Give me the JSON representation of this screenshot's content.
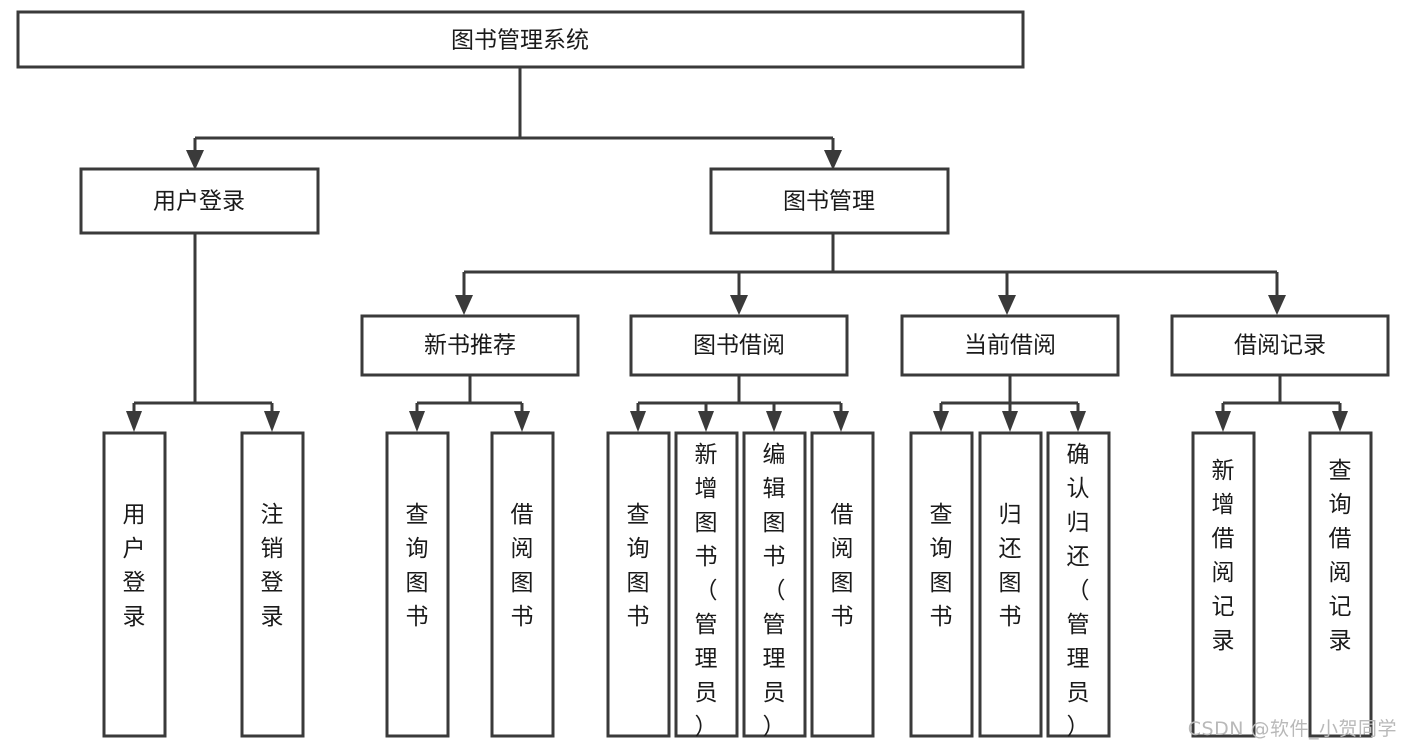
{
  "diagram": {
    "title": "图书管理系统",
    "type": "tree-hierarchy",
    "watermark": "CSDN @软件_小贺同学",
    "colors": {
      "stroke": "#3a3a3a",
      "fill": "#ffffff",
      "text": "#1a1a1a",
      "watermark": "#b9b9b9",
      "background": "#ffffff"
    },
    "nodes": {
      "root": {
        "label": "图书管理系统",
        "orientation": "horizontal"
      },
      "level2": [
        {
          "id": "user-login",
          "label": "用户登录",
          "orientation": "horizontal"
        },
        {
          "id": "book-manage",
          "label": "图书管理",
          "orientation": "horizontal"
        }
      ],
      "level3": [
        {
          "id": "new-book-recommend",
          "label": "新书推荐",
          "orientation": "horizontal"
        },
        {
          "id": "book-borrow",
          "label": "图书借阅",
          "orientation": "horizontal"
        },
        {
          "id": "current-borrow",
          "label": "当前借阅",
          "orientation": "horizontal"
        },
        {
          "id": "borrow-record",
          "label": "借阅记录",
          "orientation": "horizontal"
        }
      ],
      "leaves": [
        {
          "id": "leaf-user-login",
          "parent": "user-login",
          "label": "用户登录",
          "orientation": "vertical"
        },
        {
          "id": "leaf-logout-login",
          "parent": "user-login",
          "label": "注销登录",
          "orientation": "vertical"
        },
        {
          "id": "leaf-query-book-1",
          "parent": "new-book-recommend",
          "label": "查询图书",
          "orientation": "vertical"
        },
        {
          "id": "leaf-borrow-book-1",
          "parent": "new-book-recommend",
          "label": "借阅图书",
          "orientation": "vertical"
        },
        {
          "id": "leaf-query-book-2",
          "parent": "book-borrow",
          "label": "查询图书",
          "orientation": "vertical"
        },
        {
          "id": "leaf-add-book",
          "parent": "book-borrow",
          "label": "新增图书（管理员）",
          "orientation": "vertical"
        },
        {
          "id": "leaf-edit-book",
          "parent": "book-borrow",
          "label": "编辑图书（管理员）",
          "orientation": "vertical"
        },
        {
          "id": "leaf-borrow-book-2",
          "parent": "book-borrow",
          "label": "借阅图书",
          "orientation": "vertical"
        },
        {
          "id": "leaf-query-book-3",
          "parent": "current-borrow",
          "label": "查询图书",
          "orientation": "vertical"
        },
        {
          "id": "leaf-return-book",
          "parent": "current-borrow",
          "label": "归还图书",
          "orientation": "vertical"
        },
        {
          "id": "leaf-confirm-return",
          "parent": "current-borrow",
          "label": "确认归还（管理员）",
          "orientation": "vertical"
        },
        {
          "id": "leaf-add-record",
          "parent": "borrow-record",
          "label": "新增借阅记录",
          "orientation": "vertical"
        },
        {
          "id": "leaf-query-record",
          "parent": "borrow-record",
          "label": "查询借阅记录",
          "orientation": "vertical"
        }
      ]
    }
  }
}
